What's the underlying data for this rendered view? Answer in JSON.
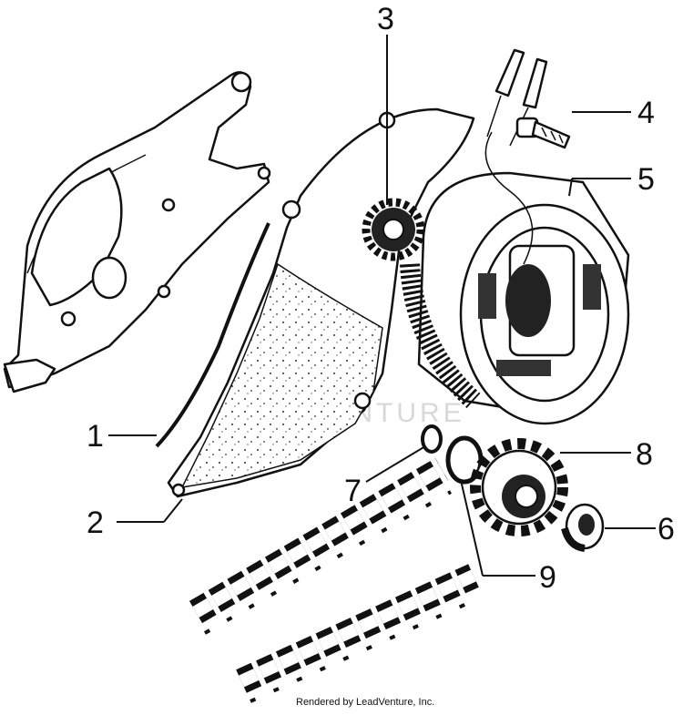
{
  "callouts": [
    {
      "id": "1",
      "label": "1"
    },
    {
      "id": "2",
      "label": "2"
    },
    {
      "id": "3",
      "label": "3"
    },
    {
      "id": "4",
      "label": "4"
    },
    {
      "id": "5",
      "label": "5"
    },
    {
      "id": "6",
      "label": "6"
    },
    {
      "id": "7",
      "label": "7"
    },
    {
      "id": "8",
      "label": "8"
    },
    {
      "id": "9",
      "label": "9"
    }
  ],
  "watermark": "LEADVENTURE",
  "credit": "Rendered by LeadVenture, Inc."
}
